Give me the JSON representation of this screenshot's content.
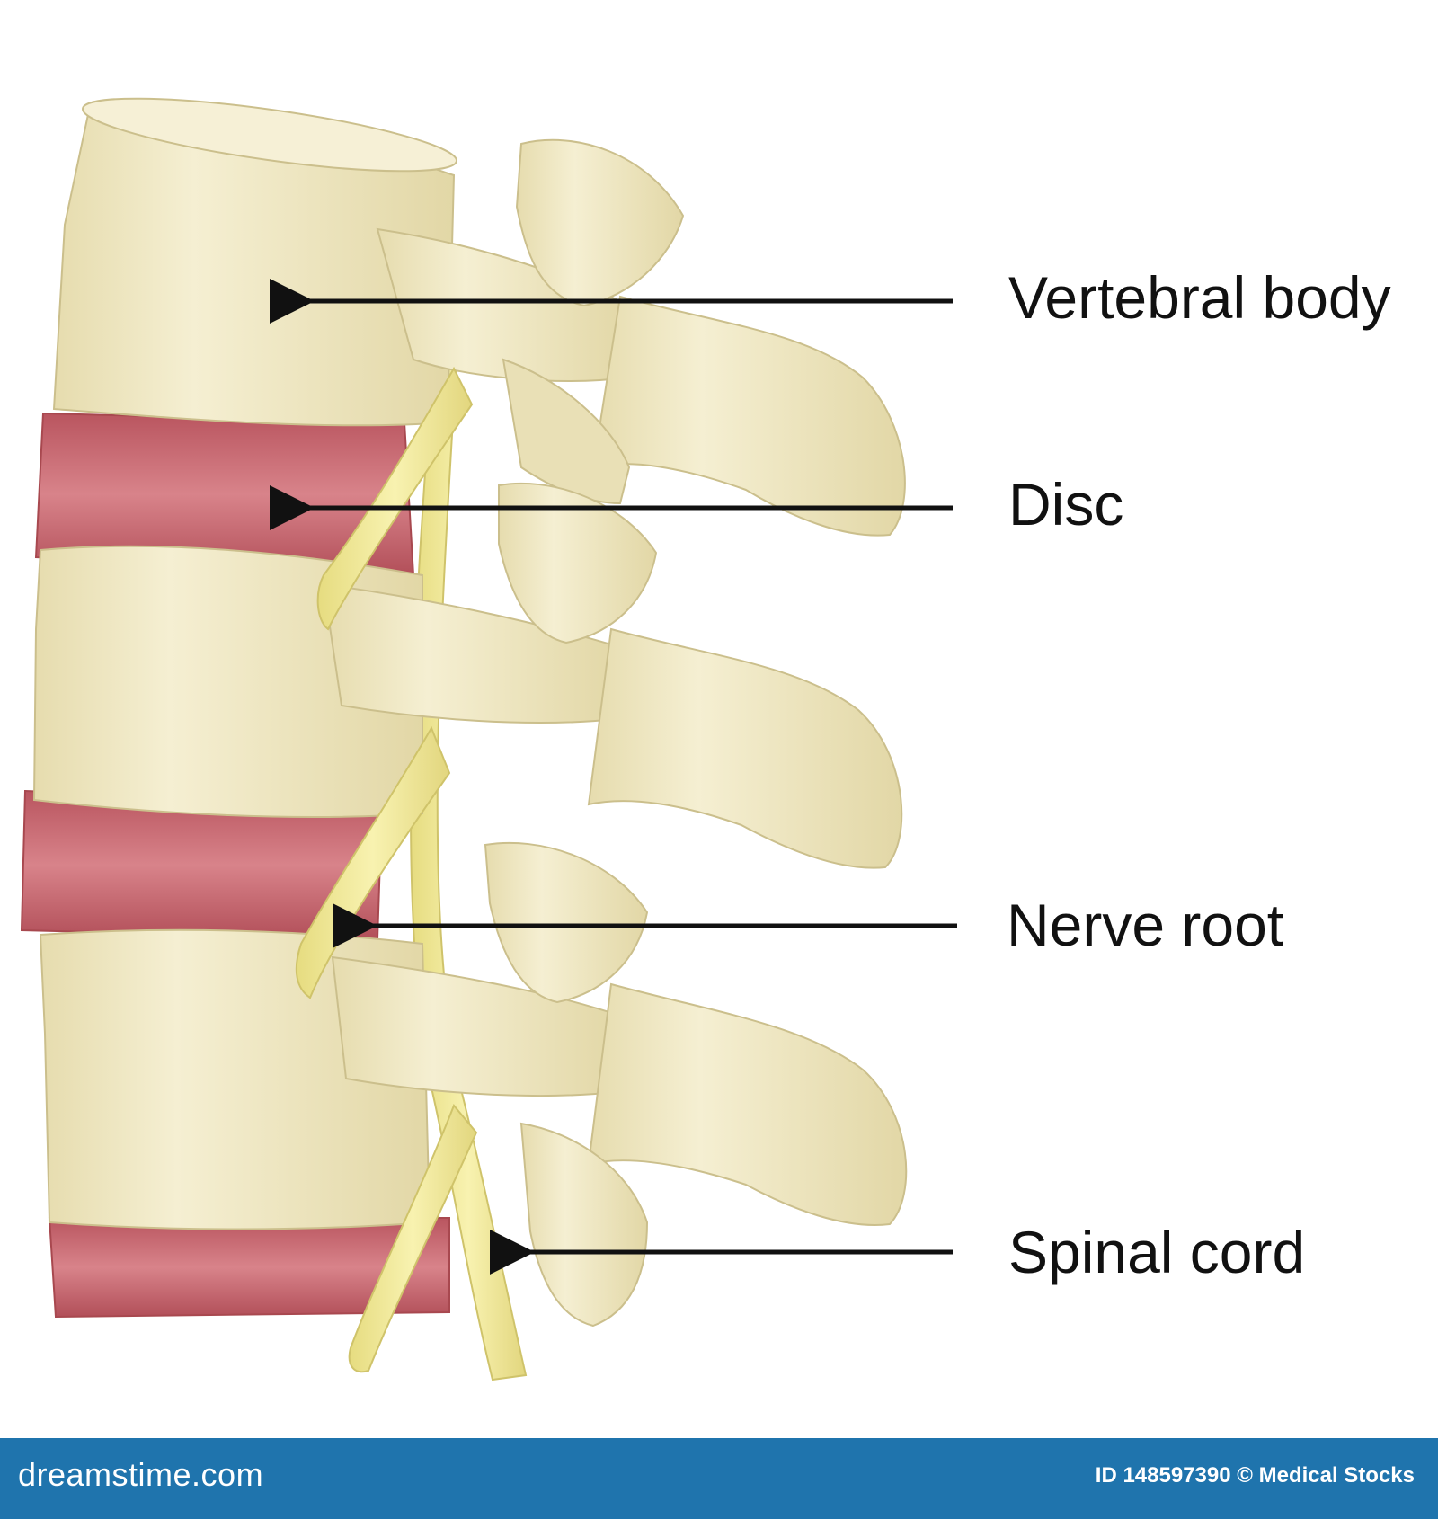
{
  "labels": {
    "vertebral_body": "Vertebral body",
    "disc": "Disc",
    "nerve_root": "Nerve root",
    "spinal_cord": "Spinal cord"
  },
  "footer": {
    "brand": "dreamstime.com",
    "credit": "ID 148597390 © Medical Stocks"
  },
  "colors": {
    "bone": "#efe8c4",
    "bone_shadow": "#d6cc9c",
    "disc": "#cf6f78",
    "disc_dark": "#b0505a",
    "nerve": "#f3ec9a",
    "nerve_dark": "#ddd27a",
    "arrow": "#111111",
    "footer_bg": "#1f74ad"
  }
}
